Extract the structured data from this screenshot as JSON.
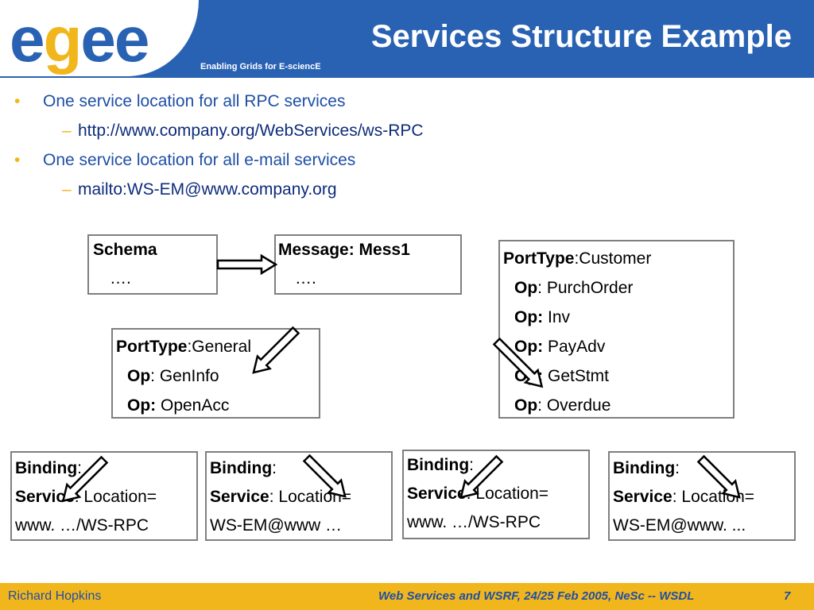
{
  "header": {
    "logo_parts": [
      "e",
      "g",
      "e",
      "e"
    ],
    "tagline": "Enabling Grids for E-sciencE",
    "title": "Services Structure Example"
  },
  "bullets": [
    {
      "text": "One service location for all RPC services",
      "sub": "http://www.company.org/WebServices/ws-RPC"
    },
    {
      "text": "One service location for all e-mail services",
      "sub": "mailto:WS-EM@www.company.org"
    }
  ],
  "bullet_glyph": "•",
  "dash_glyph": "–",
  "boxes": {
    "schema": {
      "title": "Schema",
      "body": "…."
    },
    "message": {
      "title": "Message: Mess1",
      "body": "…."
    },
    "porttype_general": {
      "label": "PortType",
      "name": ":General",
      "ops": [
        {
          "key": "Op",
          "val": ": GenInfo"
        },
        {
          "key": "Op:",
          "val": " OpenAcc"
        }
      ]
    },
    "porttype_customer": {
      "label": "PortType",
      "name": ":Customer",
      "ops": [
        {
          "key": "Op",
          "val": ": PurchOrder"
        },
        {
          "key": "Op:",
          "val": " Inv"
        },
        {
          "key": "Op:",
          "val": " PayAdv"
        },
        {
          "key": "Op:",
          "val": " GetStmt"
        },
        {
          "key": "Op",
          "val": ": Overdue"
        }
      ]
    },
    "bindings": [
      {
        "b_label": "Binding",
        "b_colon": ":",
        "s_label": "Service",
        "s_val": ": Location=",
        "loc": "www. …/WS-RPC"
      },
      {
        "b_label": "Binding",
        "b_colon": ":",
        "s_label": "Service",
        "s_val": ": Location=",
        "loc": "WS-EM@www …"
      },
      {
        "b_label": "Binding",
        "b_colon": ":",
        "s_label": "Service",
        "s_val": ": Location=",
        "loc": "www. …/WS-RPC"
      },
      {
        "b_label": "Binding",
        "b_colon": ":",
        "s_label": "Service",
        "s_val": ": Location=",
        "loc": "WS-EM@www. ..."
      }
    ]
  },
  "footer": {
    "author": "Richard Hopkins",
    "event": "Web Services and WSRF, 24/25 Feb 2005, NeSc --  WSDL",
    "page": "7"
  },
  "colors": {
    "header_blue": "#2a62b3",
    "accent_yellow": "#f2b61d",
    "text_blue": "#1f4fa5",
    "box_border": "#7f7f7f"
  }
}
